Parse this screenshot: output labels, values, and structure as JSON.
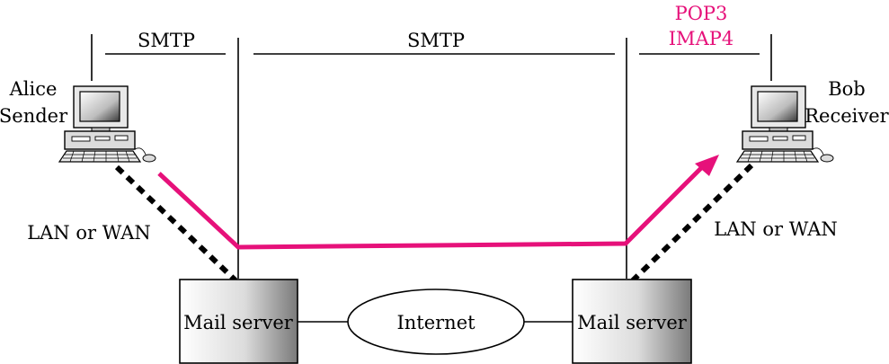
{
  "labels": {
    "smtp_left": "SMTP",
    "smtp_middle": "SMTP",
    "pop3": "POP3",
    "imap4": "IMAP4",
    "alice_name": "Alice",
    "alice_role": "Sender",
    "bob_name": "Bob",
    "bob_role": "Receiver",
    "lan_left": "LAN or WAN",
    "lan_right": "LAN or WAN",
    "mail_server_left": "Mail server",
    "mail_server_right": "Mail server",
    "internet": "Internet"
  },
  "colors": {
    "flow": "#e6117a",
    "retrieval_protocols": "#e6117a"
  },
  "icons": {
    "sender_computer": "desktop-computer-icon",
    "receiver_computer": "desktop-computer-icon"
  }
}
